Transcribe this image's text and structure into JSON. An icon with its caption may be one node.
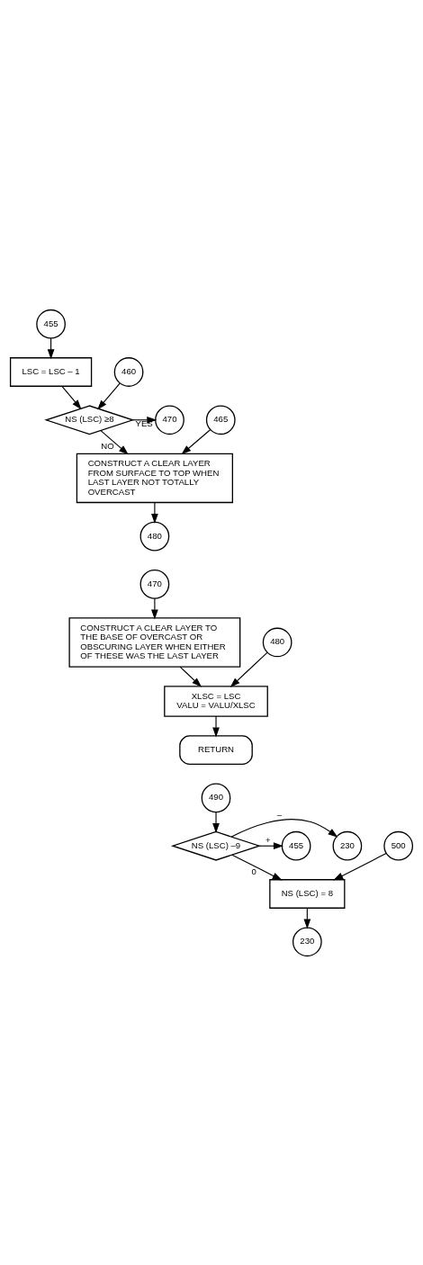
{
  "diagram": {
    "nodes": [
      {
        "text": [
          "455"
        ]
      },
      {
        "text": [
          "LSC = LSC – 1"
        ]
      },
      {
        "text": [
          "460"
        ]
      },
      {
        "text": [
          "NS (LSC) ≥8"
        ]
      },
      {
        "text": [
          "470"
        ]
      },
      {
        "text": [
          "465"
        ]
      },
      {
        "text": [
          "CONSTRUCT A CLEAR LAYER FROM SURFACE TO TOP WHEN LAST LAYER NOT TOTALLY OVERCAST"
        ]
      },
      {
        "text": [
          "480"
        ]
      },
      {
        "text": [
          "470"
        ]
      },
      {
        "text": [
          "CONSTRUCT A CLEAR LAYER TO THE BASE OF OVERCAST OR OBSCURING LAYER WHEN EITHER OF THESE WAS THE LAST LAYER"
        ]
      },
      {
        "text": [
          "480"
        ]
      },
      {
        "text": [
          "XLSC = LSC",
          "VALU = VALU/XLSC"
        ]
      },
      {
        "text": [
          "RETURN"
        ]
      },
      {
        "text": [
          "490"
        ]
      },
      {
        "text": [
          "NS (LSC) –9"
        ]
      },
      {
        "text": [
          "230"
        ]
      },
      {
        "text": [
          "455"
        ]
      },
      {
        "text": [
          "500"
        ]
      },
      {
        "text": [
          "NS (LSC) = 8"
        ]
      },
      {
        "text": [
          "230"
        ]
      }
    ],
    "edges": [
      {
        "from": 0,
        "to": 1,
        "arrow": "to"
      },
      {
        "from": 1,
        "to": 3,
        "arrow": "to"
      },
      {
        "from": 2,
        "to": 3,
        "arrow": "to"
      },
      {
        "from": 3,
        "to": 4,
        "arrow": "to",
        "label": "YES"
      },
      {
        "from": 3,
        "to": 6,
        "arrow": "to",
        "label": "NO"
      },
      {
        "from": 5,
        "to": 6,
        "arrow": "to"
      },
      {
        "from": 6,
        "to": 7,
        "arrow": "to"
      },
      {
        "from": 8,
        "to": 9,
        "arrow": "to"
      },
      {
        "from": 9,
        "to": 11,
        "arrow": "to"
      },
      {
        "from": 10,
        "to": 11,
        "arrow": "to"
      },
      {
        "from": 11,
        "to": 12,
        "arrow": "to"
      },
      {
        "from": 13,
        "to": 14,
        "arrow": "to"
      },
      {
        "from": 14,
        "to": 15,
        "arrow": "to",
        "label": "–"
      },
      {
        "from": 14,
        "to": 16,
        "arrow": "to",
        "label": "+"
      },
      {
        "from": 14,
        "to": 18,
        "arrow": "to",
        "label": "0"
      },
      {
        "from": 17,
        "to": 18,
        "arrow": "to"
      },
      {
        "from": 18,
        "to": 19,
        "arrow": "to"
      }
    ]
  }
}
